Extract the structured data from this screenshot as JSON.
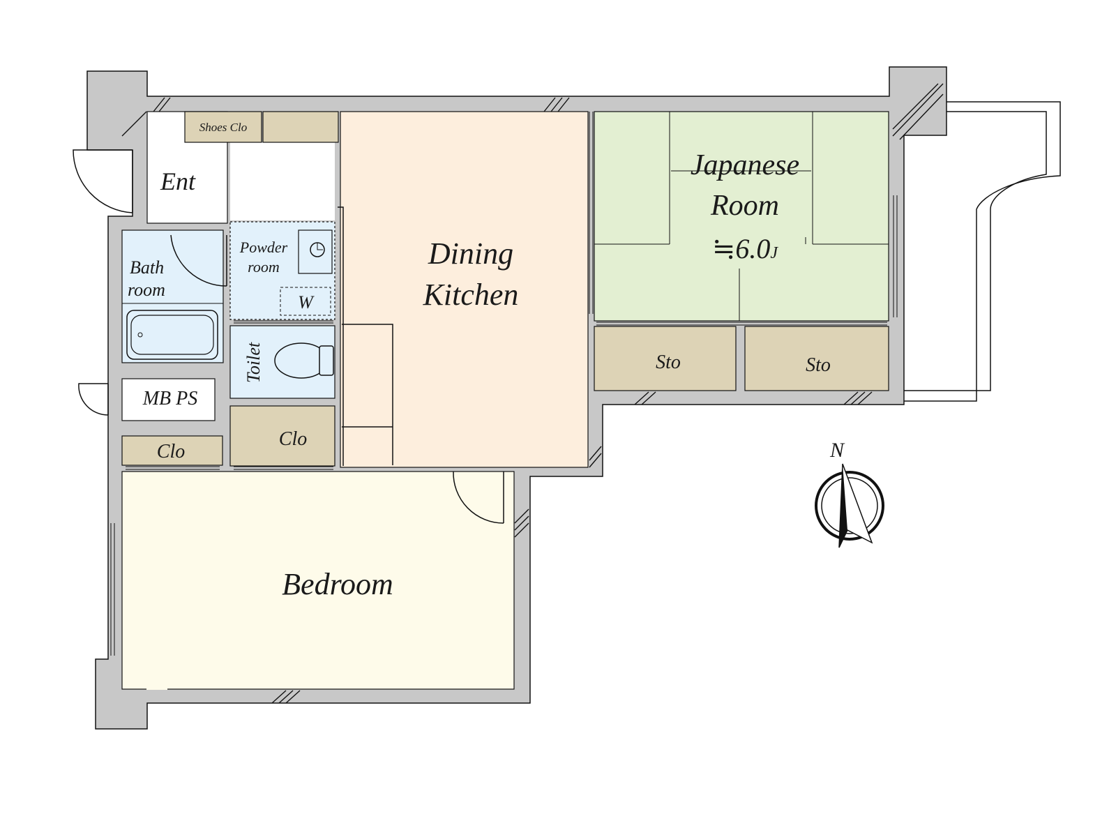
{
  "colors": {
    "wall": "#c8c8c8",
    "dining_kitchen": "#fdeedd",
    "japanese_room": "#e3efd2",
    "bedroom": "#fefbea",
    "wet_area": "#e2f1fb",
    "storage": "#ddd3b6",
    "entrance": "#ffffff"
  },
  "rooms": {
    "dining_kitchen": [
      "Dining",
      "Kitchen"
    ],
    "japanese_room": [
      "Japanese",
      "Room"
    ],
    "japanese_size": "≒6.0",
    "japanese_unit": "J",
    "bedroom": "Bedroom",
    "entrance": "Ent",
    "bath": [
      "Bath",
      "room"
    ],
    "powder": [
      "Powder",
      "room"
    ],
    "toilet": "Toilet",
    "washer": "W",
    "mb_ps": "MB PS",
    "shoes_closet": "Shoes Clo",
    "closet_left": "Clo",
    "closet_center": "Clo",
    "storage_left": "Sto",
    "storage_right": "Sto"
  },
  "compass": {
    "north_label": "N"
  }
}
